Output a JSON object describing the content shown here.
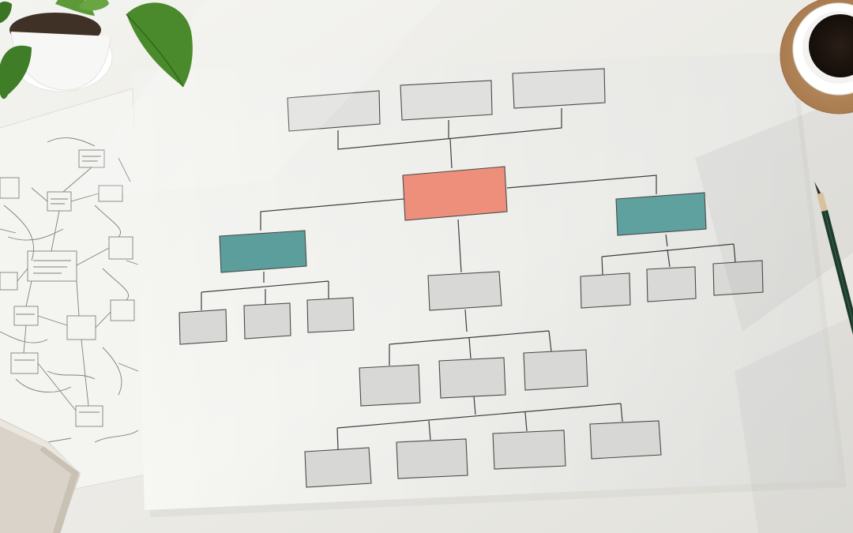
{
  "scene": {
    "description_colors": {
      "desk": "#ecebe6",
      "paper": "#f6f6f3",
      "box_gray": "#d9d9d7",
      "box_gray_light": "#e1e1df",
      "box_coral": "#ef907b",
      "box_teal": "#5c9f9e",
      "line": "#3c3c3c"
    },
    "objects": [
      "potted-plant",
      "coffee-cup",
      "cork-coaster",
      "pencil",
      "notebook",
      "sketch-paper",
      "org-chart-paper"
    ]
  },
  "org_chart": {
    "nodes": [
      {
        "id": "top-1",
        "color": "gray-light"
      },
      {
        "id": "top-2",
        "color": "gray-light"
      },
      {
        "id": "top-3",
        "color": "gray-light"
      },
      {
        "id": "center",
        "color": "coral"
      },
      {
        "id": "left-branch",
        "color": "teal"
      },
      {
        "id": "right-branch",
        "color": "teal"
      },
      {
        "id": "left-child-1",
        "color": "gray"
      },
      {
        "id": "left-child-2",
        "color": "gray"
      },
      {
        "id": "left-child-3",
        "color": "gray"
      },
      {
        "id": "right-child-1",
        "color": "gray"
      },
      {
        "id": "right-child-2",
        "color": "gray"
      },
      {
        "id": "right-child-3",
        "color": "gray"
      },
      {
        "id": "middle",
        "color": "gray"
      },
      {
        "id": "middle-child-1",
        "color": "gray"
      },
      {
        "id": "middle-child-2",
        "color": "gray"
      },
      {
        "id": "middle-child-3",
        "color": "gray"
      },
      {
        "id": "bottom-1",
        "color": "gray"
      },
      {
        "id": "bottom-2",
        "color": "gray"
      },
      {
        "id": "bottom-3",
        "color": "gray"
      },
      {
        "id": "bottom-4",
        "color": "gray"
      }
    ]
  }
}
